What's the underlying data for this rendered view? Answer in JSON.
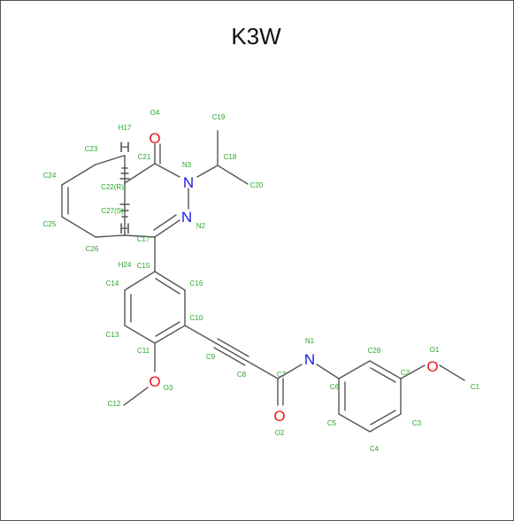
{
  "title": "K3W",
  "colors": {
    "carbon_label": "#2aa52a",
    "oxygen": "#e8161b",
    "nitrogen": "#1a1ae6",
    "bond": "#555555"
  },
  "atom_labels": [
    "O4",
    "H17",
    "C19",
    "C21",
    "N3",
    "C23",
    "C18",
    "C24",
    "C22(R)",
    "C20",
    "C27(S)",
    "N2",
    "C25",
    "C26",
    "C17",
    "H24",
    "C15",
    "C14",
    "C16",
    "C10",
    "C13",
    "C11",
    "N1",
    "C9",
    "C28",
    "O1",
    "C8",
    "C7",
    "C6",
    "C2",
    "C1",
    "O3",
    "C12",
    "C5",
    "C3",
    "O2",
    "C4"
  ],
  "element_symbols": [
    "O",
    "N",
    "N",
    "N",
    "O",
    "O",
    "O",
    "H",
    "H"
  ]
}
